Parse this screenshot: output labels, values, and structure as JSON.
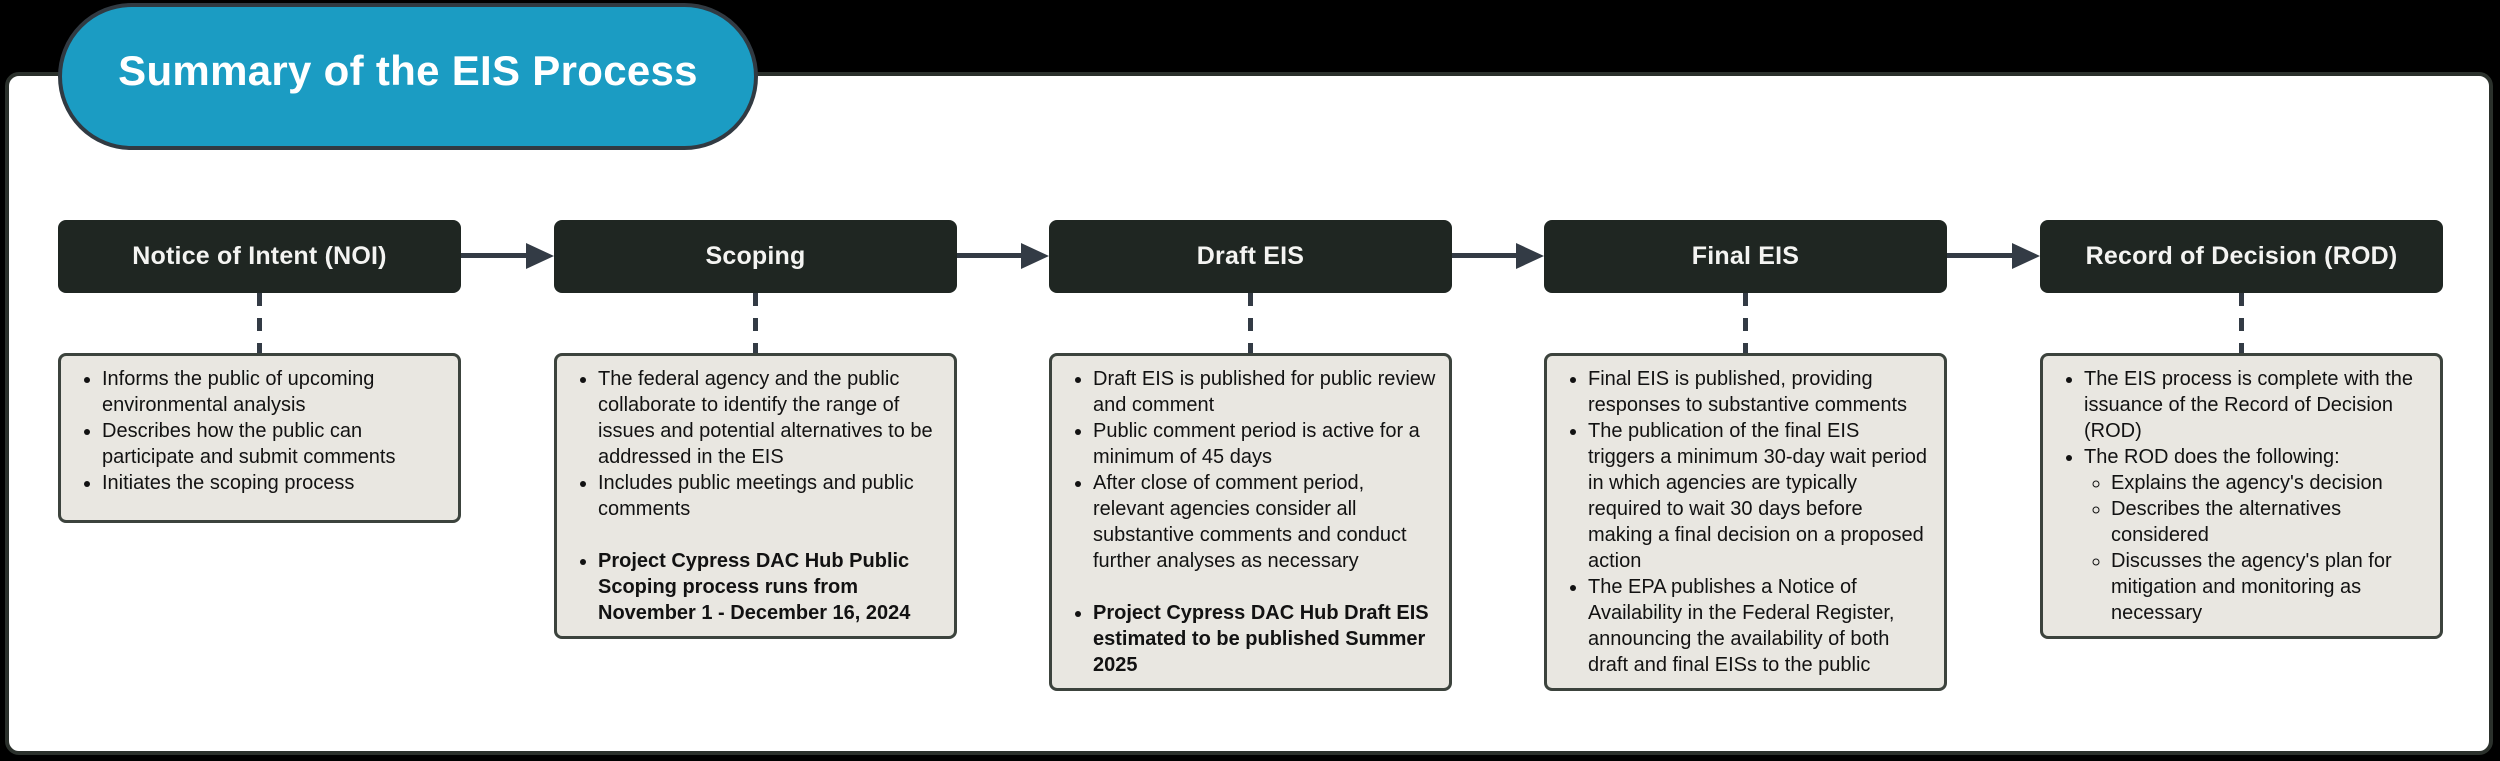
{
  "title": "Summary of the EIS Process",
  "colors": {
    "page_bg": "#000000",
    "panel_bg": "#ffffff",
    "panel_border": "#2b312c",
    "pill_bg": "#1b9cc3",
    "pill_border": "#313a42",
    "pill_text": "#ffffff",
    "header_bg": "#1f2622",
    "header_text": "#f4f4f2",
    "box_bg": "#e9e7e1",
    "box_border": "#3c433d",
    "body_text": "#121212",
    "arrow": "#333b45"
  },
  "columns": [
    {
      "header": "Notice of Intent (NOI)",
      "bullets": [
        {
          "text": "Informs the public of upcoming environmental analysis"
        },
        {
          "text": "Describes how the public can participate and submit comments"
        },
        {
          "text": "Initiates the scoping process"
        }
      ]
    },
    {
      "header": "Scoping",
      "bullets": [
        {
          "text": "The federal agency and the public collaborate to identify the range of issues and potential alternatives to be addressed in the EIS"
        },
        {
          "text": "Includes public meetings and public comments"
        },
        {
          "text": "Project Cypress DAC Hub Public Scoping process runs from November 1 - December 16, 2024",
          "bold": true,
          "space_before": true
        }
      ]
    },
    {
      "header": "Draft EIS",
      "bullets": [
        {
          "text": "Draft EIS is published for public review and comment"
        },
        {
          "text": "Public comment period is active for a minimum of 45 days"
        },
        {
          "text": "After close of comment period, relevant agencies consider all substantive comments and conduct further analyses as necessary"
        },
        {
          "text": "Project Cypress DAC Hub Draft EIS estimated to be published Summer 2025",
          "bold": true,
          "space_before": true
        }
      ]
    },
    {
      "header": "Final EIS",
      "bullets": [
        {
          "text": "Final EIS is published, providing responses to substantive comments"
        },
        {
          "text": "The publication of the final EIS triggers a minimum 30-day wait period in which agencies are typically required to wait 30 days before making a final decision on a proposed action"
        },
        {
          "text": "The EPA publishes a Notice of Availability in the Federal Register, announcing the availability of both draft and final EISs to the public"
        }
      ]
    },
    {
      "header": "Record of Decision (ROD)",
      "bullets": [
        {
          "text": "The EIS process is complete with the issuance of the Record of Decision (ROD)"
        },
        {
          "text": "The ROD does the following:",
          "sub": [
            "Explains the agency's decision",
            "Describes the alternatives considered",
            "Discusses the agency's plan for mitigation and monitoring as necessary"
          ]
        }
      ]
    }
  ]
}
